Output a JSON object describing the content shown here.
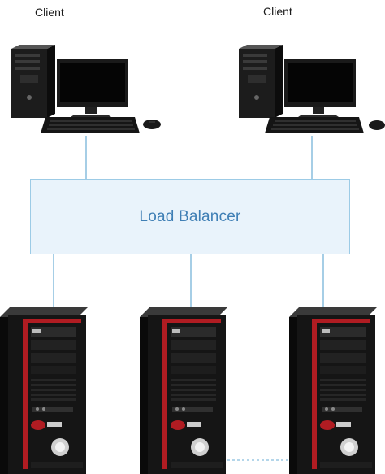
{
  "clients": [
    {
      "label": "Client",
      "icon": "desktop-computer-icon"
    },
    {
      "label": "Client",
      "icon": "desktop-computer-icon"
    }
  ],
  "load_balancer": {
    "label": "Load Balancer",
    "fill": "#e9f3fb",
    "border": "#9ccbe6",
    "text_color": "#3f7fb5"
  },
  "servers": [
    {
      "icon": "server-tower-icon"
    },
    {
      "icon": "server-tower-icon"
    },
    {
      "icon": "server-tower-icon"
    }
  ],
  "colors": {
    "connector": "#6aaed6",
    "case_red": "#b01c22"
  }
}
